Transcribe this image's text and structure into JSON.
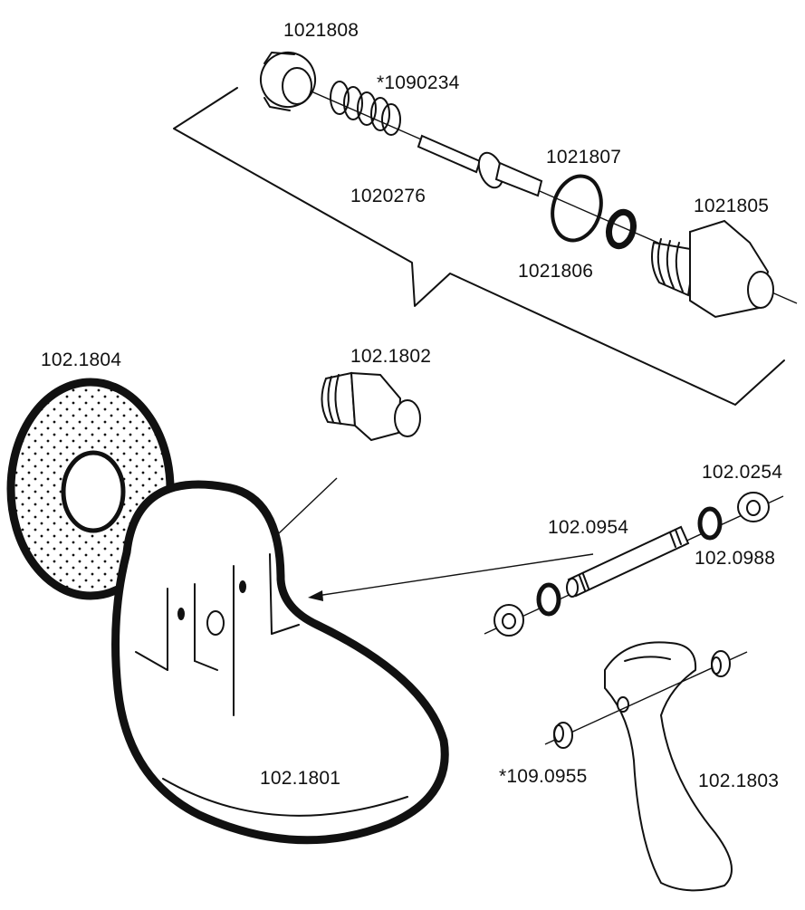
{
  "diagram": {
    "type": "exploded-parts-view",
    "subject": "Drinking bowl assembly with valve",
    "note_marker": "*",
    "parts": [
      {
        "id": "1021808",
        "label": "1021808",
        "description": "slotted nut"
      },
      {
        "id": "1090234",
        "label": "*1090234",
        "description": "spring"
      },
      {
        "id": "1020276",
        "label": "1020276",
        "description": "valve stem"
      },
      {
        "id": "1021807",
        "label": "1021807",
        "description": "O-ring"
      },
      {
        "id": "1021806",
        "label": "1021806",
        "description": "washer"
      },
      {
        "id": "1021805",
        "label": "1021805",
        "description": "valve body"
      },
      {
        "id": "102.1804",
        "label": "102.1804",
        "description": "bowl insert disc"
      },
      {
        "id": "102.1802",
        "label": "102.1802",
        "description": "valve assembly"
      },
      {
        "id": "102.1801",
        "label": "102.1801",
        "description": "bowl"
      },
      {
        "id": "102.0254",
        "label": "102.0254",
        "description": "nut"
      },
      {
        "id": "102.0954",
        "label": "102.0954",
        "description": "threaded rod"
      },
      {
        "id": "102.0988",
        "label": "102.0988",
        "description": "washer"
      },
      {
        "id": "109.0955",
        "label": "*109.0955",
        "description": "bushing"
      },
      {
        "id": "102.1803",
        "label": "102.1803",
        "description": "press lever"
      }
    ]
  }
}
